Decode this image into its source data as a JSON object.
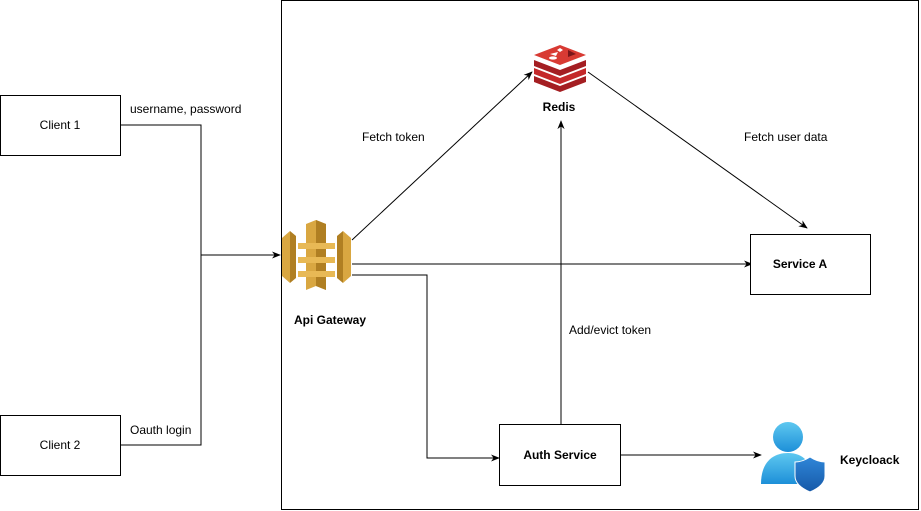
{
  "nodes": {
    "client1": "Client 1",
    "client2": "Client 2",
    "api_gateway": "Api Gateway",
    "redis": "Redis",
    "service_a": "Service A",
    "auth_service": "Auth Service",
    "keycloak": "Keycloack"
  },
  "edges": {
    "client1_label": "username, password",
    "client2_label": "Oauth login",
    "fetch_token": "Fetch token",
    "fetch_user_data": "Fetch user data",
    "add_evict_token": "Add/evict token"
  },
  "icons": {
    "api_gateway": "aws-api-gateway-icon",
    "redis": "redis-icon",
    "keycloak": "user-shield-icon"
  },
  "colors": {
    "api_gateway": "#D9A741",
    "redis": "#C4282A",
    "keycloak": "#2A8FD6"
  }
}
